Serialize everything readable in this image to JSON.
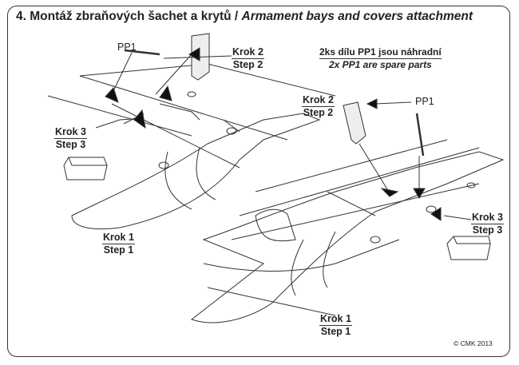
{
  "title": {
    "cz": "4. Montáž zbraňových šachet a krytů /",
    "en": "Armament bays and covers attachment"
  },
  "note": {
    "cz": "2ks dílu PP1 jsou náhradní",
    "en": "2x PP1 are spare parts"
  },
  "part_label": "PP1",
  "steps": {
    "krok1": "Krok 1",
    "step1": "Step 1",
    "krok2": "Krok 2",
    "step2": "Step 2",
    "krok3": "Krok 3",
    "step3": "Step 3"
  },
  "copyright": "© CMK 2013"
}
